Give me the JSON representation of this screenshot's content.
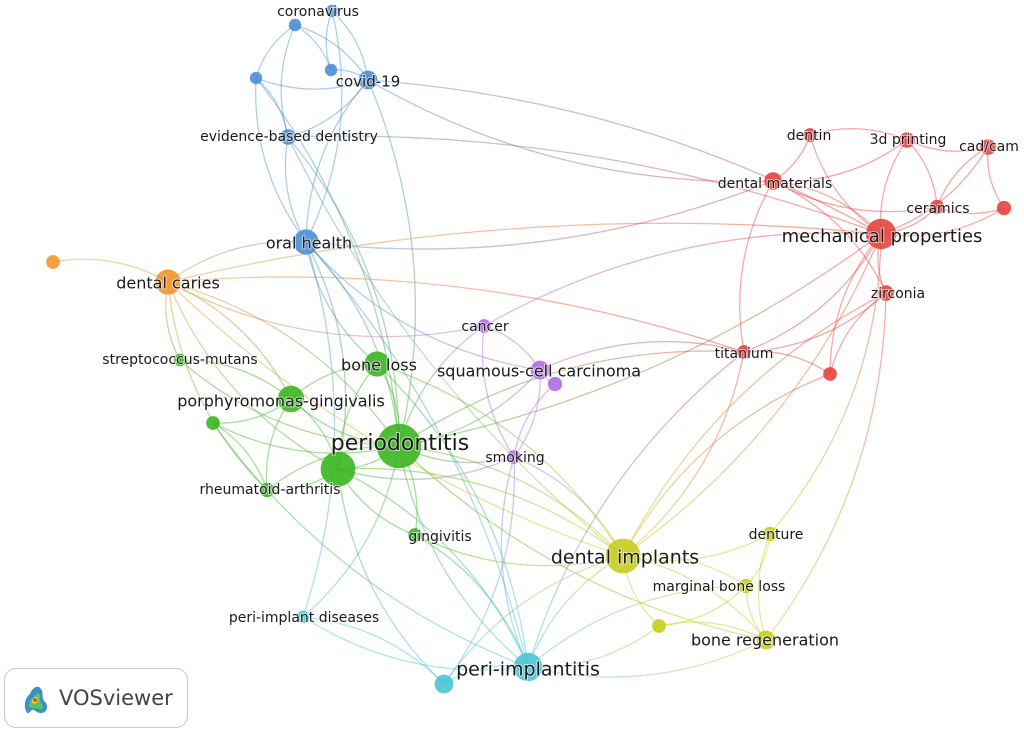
{
  "brand": {
    "name": "VOSviewer",
    "icon": "vosviewer-logo-icon"
  },
  "clusters": {
    "red": "#e8423d",
    "yellow": "#c6cc1e",
    "green": "#3cb521",
    "blue": "#4a8fd6",
    "cyan": "#49c4d6",
    "purple": "#b06be2",
    "orange": "#f0962a"
  },
  "nodes": [
    {
      "id": "coronavirus",
      "label": "coronavirus",
      "cluster": "blue",
      "weight": 1
    },
    {
      "id": "b_top2",
      "label": "",
      "cluster": "blue",
      "weight": 1
    },
    {
      "id": "b_small1",
      "label": "",
      "cluster": "blue",
      "weight": 1
    },
    {
      "id": "b_small2",
      "label": "",
      "cluster": "blue",
      "weight": 1
    },
    {
      "id": "covid19",
      "label": "covid-19",
      "cluster": "blue",
      "weight": 2
    },
    {
      "id": "ebd",
      "label": "evidence-based dentistry",
      "cluster": "blue",
      "weight": 1.5
    },
    {
      "id": "oralhealth",
      "label": "oral health",
      "cluster": "blue",
      "weight": 3
    },
    {
      "id": "orange_small",
      "label": "",
      "cluster": "orange",
      "weight": 1.2
    },
    {
      "id": "dentalcaries",
      "label": "dental caries",
      "cluster": "orange",
      "weight": 3
    },
    {
      "id": "strep",
      "label": "streptococcus-mutans",
      "cluster": "green",
      "weight": 1
    },
    {
      "id": "boneloss",
      "label": "bone loss",
      "cluster": "green",
      "weight": 3
    },
    {
      "id": "pgingivalis",
      "label": "porphyromonas-gingivalis",
      "cluster": "green",
      "weight": 3.2
    },
    {
      "id": "g_small",
      "label": "",
      "cluster": "green",
      "weight": 1.2
    },
    {
      "id": "periodontitis",
      "label": "periodontitis",
      "cluster": "green",
      "weight": 6
    },
    {
      "id": "g_big2",
      "label": "",
      "cluster": "green",
      "weight": 4.5
    },
    {
      "id": "rheum",
      "label": "rheumatoid-arthritis",
      "cluster": "green",
      "weight": 1.3
    },
    {
      "id": "gingivitis",
      "label": "gingivitis",
      "cluster": "green",
      "weight": 1.2
    },
    {
      "id": "cancer",
      "label": "cancer",
      "cluster": "purple",
      "weight": 1.2
    },
    {
      "id": "scc",
      "label": "squamous-cell carcinoma",
      "cluster": "purple",
      "weight": 2
    },
    {
      "id": "p_small",
      "label": "",
      "cluster": "purple",
      "weight": 1.3
    },
    {
      "id": "smoking",
      "label": "smoking",
      "cluster": "purple",
      "weight": 1.2
    },
    {
      "id": "periimplantdis",
      "label": "peri-implant diseases",
      "cluster": "cyan",
      "weight": 1
    },
    {
      "id": "periimplantitis",
      "label": "peri-implantitis",
      "cluster": "cyan",
      "weight": 3.5
    },
    {
      "id": "c_small",
      "label": "",
      "cluster": "cyan",
      "weight": 2
    },
    {
      "id": "dentalimplants",
      "label": "dental implants",
      "cluster": "yellow",
      "weight": 4.5
    },
    {
      "id": "denture",
      "label": "denture",
      "cluster": "yellow",
      "weight": 1.3
    },
    {
      "id": "marginalbone",
      "label": "marginal bone loss",
      "cluster": "yellow",
      "weight": 1.3
    },
    {
      "id": "y_small",
      "label": "",
      "cluster": "yellow",
      "weight": 1.2
    },
    {
      "id": "boneregen",
      "label": "bone regeneration",
      "cluster": "yellow",
      "weight": 2
    },
    {
      "id": "dentin",
      "label": "dentin",
      "cluster": "red",
      "weight": 1.2
    },
    {
      "id": "printing",
      "label": "3d printing",
      "cluster": "red",
      "weight": 1.5
    },
    {
      "id": "cadcam",
      "label": "cad/cam",
      "cluster": "red",
      "weight": 1.5
    },
    {
      "id": "dentalmaterials",
      "label": "dental materials",
      "cluster": "red",
      "weight": 1.8
    },
    {
      "id": "ceramics",
      "label": "ceramics",
      "cluster": "red",
      "weight": 1.3
    },
    {
      "id": "r_small",
      "label": "",
      "cluster": "red",
      "weight": 1.3
    },
    {
      "id": "mechprops",
      "label": "mechanical properties",
      "cluster": "red",
      "weight": 3.8
    },
    {
      "id": "zirconia",
      "label": "zirconia",
      "cluster": "red",
      "weight": 1.5
    },
    {
      "id": "titanium",
      "label": "titanium",
      "cluster": "red",
      "weight": 1.2
    },
    {
      "id": "r_small2",
      "label": "",
      "cluster": "red",
      "weight": 1.2
    }
  ],
  "edges": [
    [
      "coronavirus",
      "covid19"
    ],
    [
      "coronavirus",
      "b_small1"
    ],
    [
      "coronavirus",
      "b_small2"
    ],
    [
      "coronavirus",
      "ebd"
    ],
    [
      "b_top2",
      "covid19"
    ],
    [
      "b_top2",
      "b_small2"
    ],
    [
      "b_top2",
      "oralhealth"
    ],
    [
      "b_small1",
      "covid19"
    ],
    [
      "b_small1",
      "ebd"
    ],
    [
      "b_small1",
      "oralhealth"
    ],
    [
      "b_small1",
      "periodontitis"
    ],
    [
      "covid19",
      "b_small2"
    ],
    [
      "covid19",
      "ebd"
    ],
    [
      "covid19",
      "oralhealth"
    ],
    [
      "covid19",
      "mechprops"
    ],
    [
      "covid19",
      "dentalmaterials"
    ],
    [
      "covid19",
      "periodontitis"
    ],
    [
      "ebd",
      "oralhealth"
    ],
    [
      "ebd",
      "periodontitis"
    ],
    [
      "ebd",
      "dentalimplants"
    ],
    [
      "ebd",
      "mechprops"
    ],
    [
      "oralhealth",
      "dentalcaries"
    ],
    [
      "oralhealth",
      "periodontitis"
    ],
    [
      "oralhealth",
      "boneloss"
    ],
    [
      "oralhealth",
      "g_big2"
    ],
    [
      "oralhealth",
      "scc"
    ],
    [
      "oralhealth",
      "periimplantitis"
    ],
    [
      "oralhealth",
      "dentalmaterials"
    ],
    [
      "orange_small",
      "dentalcaries"
    ],
    [
      "dentalcaries",
      "strep"
    ],
    [
      "dentalcaries",
      "periodontitis"
    ],
    [
      "dentalcaries",
      "g_big2"
    ],
    [
      "dentalcaries",
      "pgingivalis"
    ],
    [
      "dentalcaries",
      "dentalimplants"
    ],
    [
      "dentalcaries",
      "mechprops"
    ],
    [
      "dentalcaries",
      "rheum"
    ],
    [
      "dentalcaries",
      "titanium"
    ],
    [
      "dentalcaries",
      "cancer"
    ],
    [
      "strep",
      "pgingivalis"
    ],
    [
      "strep",
      "periodontitis"
    ],
    [
      "boneloss",
      "periodontitis"
    ],
    [
      "boneloss",
      "pgingivalis"
    ],
    [
      "boneloss",
      "dentalimplants"
    ],
    [
      "boneloss",
      "g_big2"
    ],
    [
      "boneloss",
      "periimplantitis"
    ],
    [
      "pgingivalis",
      "periodontitis"
    ],
    [
      "pgingivalis",
      "g_big2"
    ],
    [
      "pgingivalis",
      "rheum"
    ],
    [
      "pgingivalis",
      "g_small"
    ],
    [
      "g_small",
      "periodontitis"
    ],
    [
      "g_small",
      "rheum"
    ],
    [
      "g_small",
      "periimplantitis"
    ],
    [
      "periodontitis",
      "g_big2"
    ],
    [
      "periodontitis",
      "rheum"
    ],
    [
      "periodontitis",
      "gingivitis"
    ],
    [
      "periodontitis",
      "smoking"
    ],
    [
      "periodontitis",
      "dentalimplants"
    ],
    [
      "periodontitis",
      "periimplantitis"
    ],
    [
      "periodontitis",
      "cancer"
    ],
    [
      "periodontitis",
      "scc"
    ],
    [
      "periodontitis",
      "periimplantdis"
    ],
    [
      "periodontitis",
      "mechprops"
    ],
    [
      "periodontitis",
      "titanium"
    ],
    [
      "periodontitis",
      "boneregen"
    ],
    [
      "g_big2",
      "rheum"
    ],
    [
      "g_big2",
      "gingivitis"
    ],
    [
      "g_big2",
      "periimplantitis"
    ],
    [
      "g_big2",
      "c_small"
    ],
    [
      "g_big2",
      "dentalimplants"
    ],
    [
      "g_big2",
      "smoking"
    ],
    [
      "gingivitis",
      "periimplantitis"
    ],
    [
      "gingivitis",
      "dentalimplants"
    ],
    [
      "cancer",
      "scc"
    ],
    [
      "cancer",
      "smoking"
    ],
    [
      "cancer",
      "mechprops"
    ],
    [
      "scc",
      "p_small"
    ],
    [
      "scc",
      "smoking"
    ],
    [
      "p_small",
      "smoking"
    ],
    [
      "smoking",
      "dentalimplants"
    ],
    [
      "smoking",
      "periimplantitis"
    ],
    [
      "smoking",
      "c_small"
    ],
    [
      "periimplantdis",
      "periimplantitis"
    ],
    [
      "periimplantdis",
      "c_small"
    ],
    [
      "periimplantdis",
      "oralhealth"
    ],
    [
      "periimplantitis",
      "dentalimplants"
    ],
    [
      "periimplantitis",
      "c_small"
    ],
    [
      "periimplantitis",
      "marginalbone"
    ],
    [
      "periimplantitis",
      "boneregen"
    ],
    [
      "periimplantitis",
      "titanium"
    ],
    [
      "periimplantitis",
      "y_small"
    ],
    [
      "c_small",
      "dentalimplants"
    ],
    [
      "dentalimplants",
      "denture"
    ],
    [
      "dentalimplants",
      "marginalbone"
    ],
    [
      "dentalimplants",
      "y_small"
    ],
    [
      "dentalimplants",
      "boneregen"
    ],
    [
      "dentalimplants",
      "titanium"
    ],
    [
      "dentalimplants",
      "zirconia"
    ],
    [
      "dentalimplants",
      "mechprops"
    ],
    [
      "dentalimplants",
      "r_small2"
    ],
    [
      "denture",
      "mechprops"
    ],
    [
      "denture",
      "marginalbone"
    ],
    [
      "denture",
      "boneregen"
    ],
    [
      "marginalbone",
      "y_small"
    ],
    [
      "marginalbone",
      "boneregen"
    ],
    [
      "y_small",
      "boneregen"
    ],
    [
      "boneregen",
      "zirconia"
    ],
    [
      "dentin",
      "dentalmaterials"
    ],
    [
      "dentin",
      "mechprops"
    ],
    [
      "dentin",
      "printing"
    ],
    [
      "printing",
      "cadcam"
    ],
    [
      "printing",
      "ceramics"
    ],
    [
      "printing",
      "mechprops"
    ],
    [
      "printing",
      "dentalmaterials"
    ],
    [
      "cadcam",
      "ceramics"
    ],
    [
      "cadcam",
      "mechprops"
    ],
    [
      "cadcam",
      "r_small"
    ],
    [
      "dentalmaterials",
      "mechprops"
    ],
    [
      "dentalmaterials",
      "ceramics"
    ],
    [
      "dentalmaterials",
      "zirconia"
    ],
    [
      "dentalmaterials",
      "titanium"
    ],
    [
      "ceramics",
      "mechprops"
    ],
    [
      "ceramics",
      "r_small"
    ],
    [
      "r_small",
      "mechprops"
    ],
    [
      "mechprops",
      "zirconia"
    ],
    [
      "mechprops",
      "titanium"
    ],
    [
      "mechprops",
      "r_small2"
    ],
    [
      "zirconia",
      "titanium"
    ],
    [
      "zirconia",
      "r_small2"
    ],
    [
      "titanium",
      "r_small2"
    ],
    [
      "titanium",
      "scc"
    ]
  ]
}
